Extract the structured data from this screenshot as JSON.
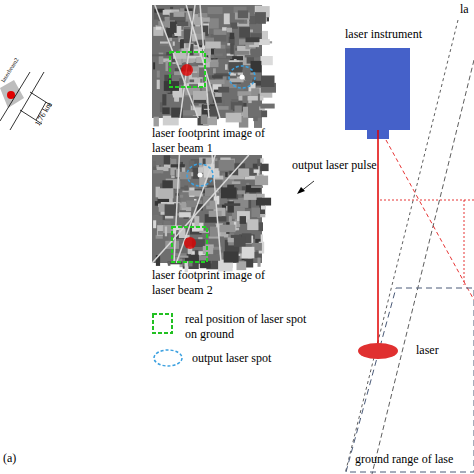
{
  "diagram": {
    "nodes": [
      {
        "text": [
          "laser footprint image of laser beam 1"
        ]
      },
      {
        "text": [
          "laser footprint image of laser beam 2"
        ]
      },
      {
        "text": [
          "laser instrument"
        ]
      },
      {
        "text": [
          "ground range of lase"
        ]
      },
      {
        "text": [
          "laser"
        ],
        "in": 3
      }
    ],
    "edges": [
      {
        "from": 2,
        "to": 4,
        "arrow": "none"
      }
    ],
    "labels": [
      "laserbeam2",
      "1.76 km",
      "la",
      "output laser pulse",
      "(a)"
    ],
    "legend": [
      {
        "text": "real position of laser spot on ground"
      },
      {
        "text": "output laser spot"
      }
    ]
  }
}
